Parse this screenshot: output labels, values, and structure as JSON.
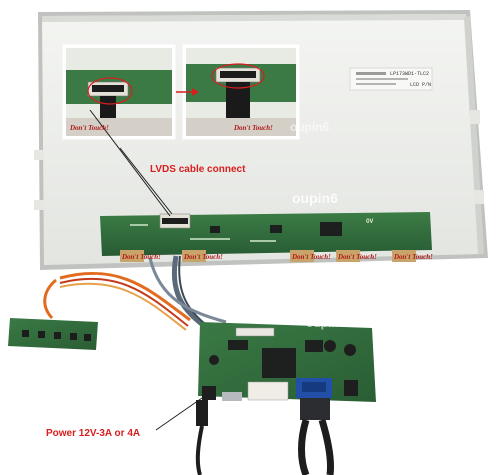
{
  "labels": {
    "lvds": "LVDS cable connect",
    "power": "Power 12V-3A or 4A",
    "watermark_1": "oupin6",
    "watermark_2": "oupin6",
    "watermark_3": "oupin6",
    "dont_touch": "Don't Touch!",
    "ov_mark": "OV",
    "sticker_line_1": "LP173WD1-TLC2",
    "sticker_line_2": "LCD P/N"
  },
  "colors": {
    "annotation_red": "#d81e1e",
    "pcb_green": "#2f6b3a",
    "panel_frame": "#c9ccc8",
    "panel_surface": "#eef0ec"
  }
}
